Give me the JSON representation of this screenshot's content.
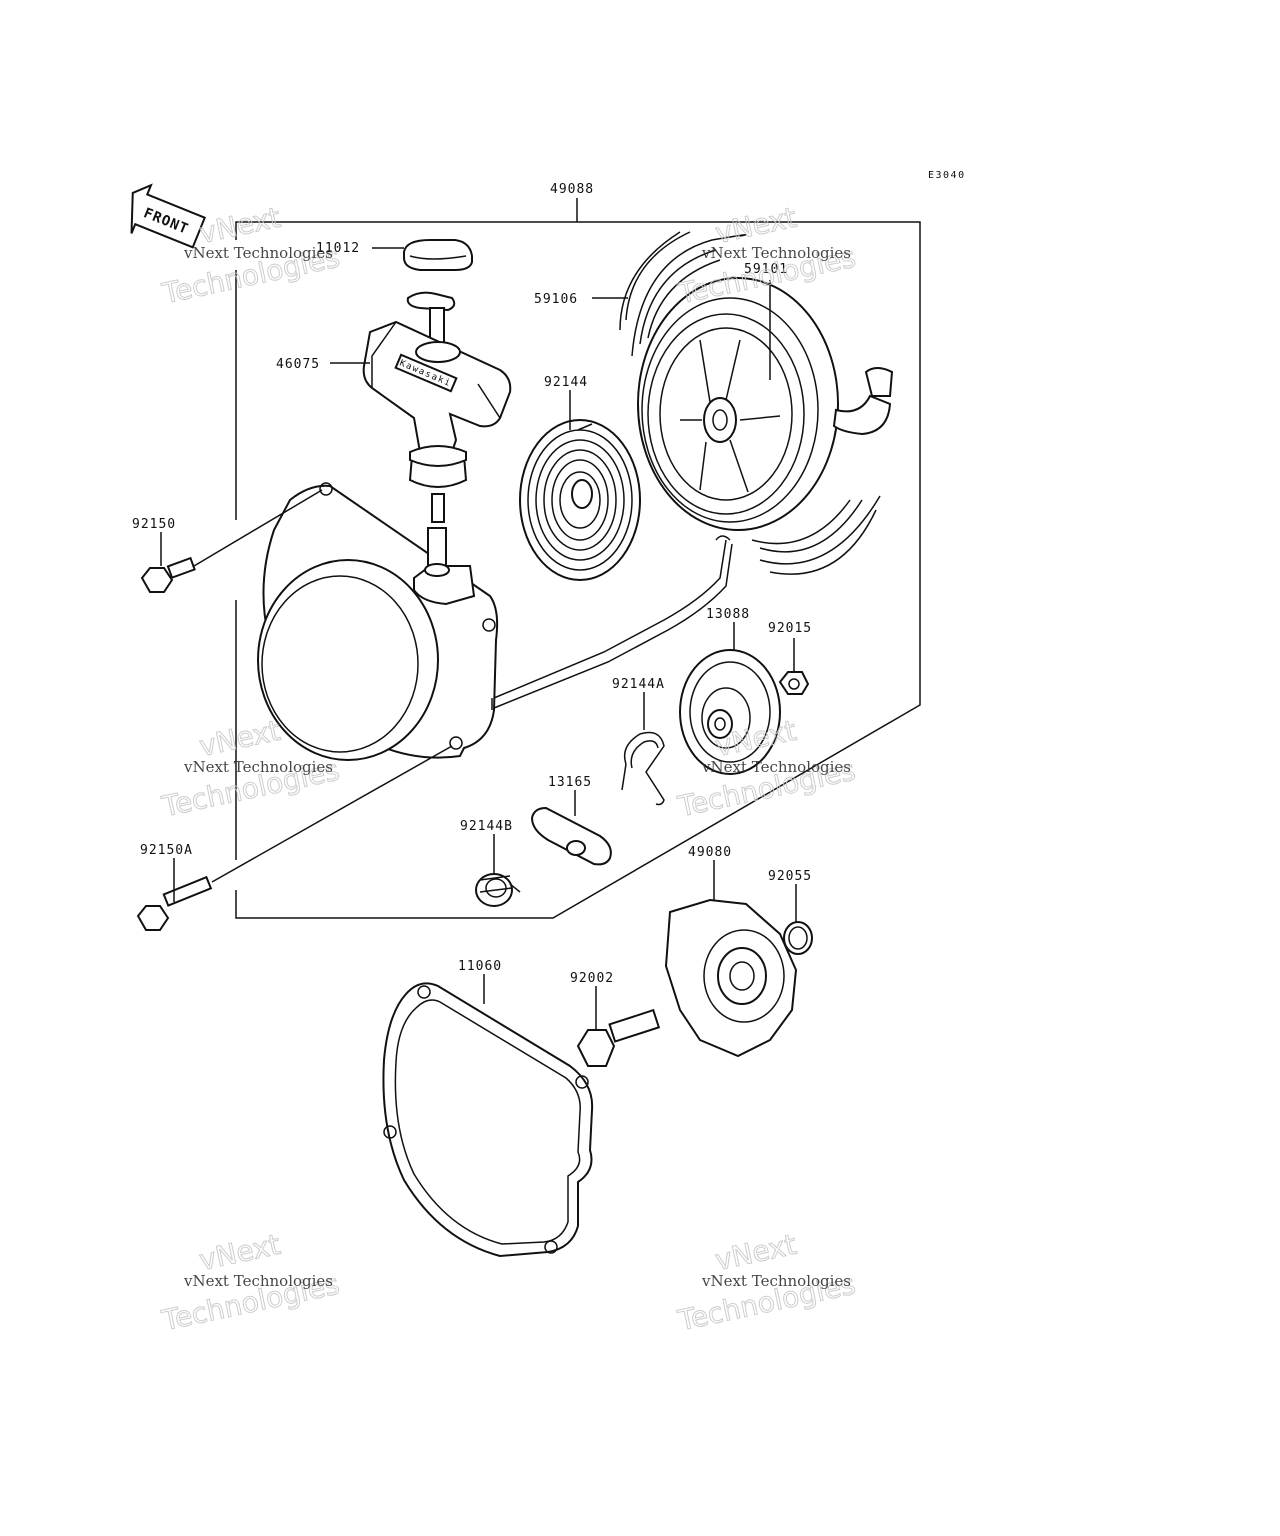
{
  "diagram": {
    "code": "E3040",
    "front_arrow_text": "FRONT",
    "handle_brand": "Kawasaki",
    "labels": {
      "p49088": "49088",
      "p11012": "11012",
      "p46075": "46075",
      "p59106": "59106",
      "p59101": "59101",
      "p92144": "92144",
      "p92150": "92150",
      "p13088": "13088",
      "p92015": "92015",
      "p92144A": "92144A",
      "p13165": "13165",
      "p92144B": "92144B",
      "p92150A": "92150A",
      "p49080": "49080",
      "p92055": "92055",
      "p11060": "11060",
      "p92002": "92002"
    }
  },
  "watermark": {
    "line1": "vNext Technologies",
    "line2": "vNext",
    "line3": "Technologies"
  }
}
